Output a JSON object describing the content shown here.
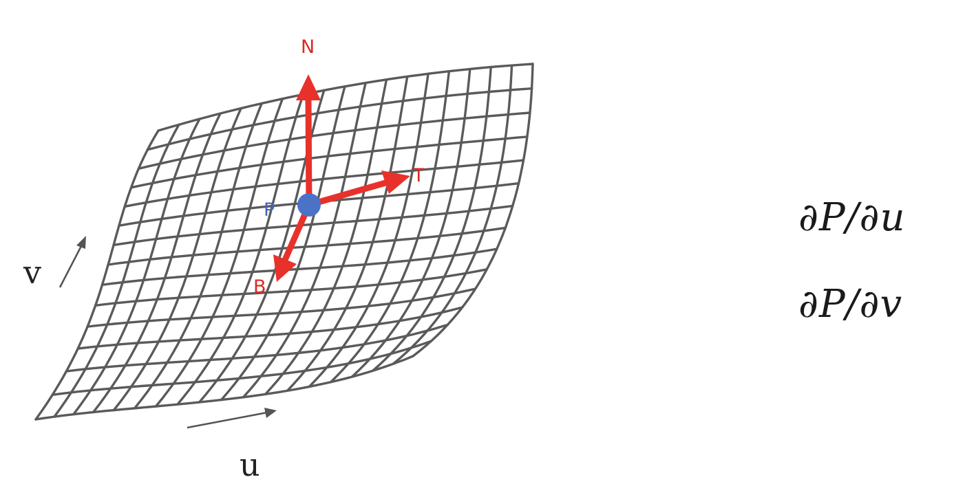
{
  "surface": {
    "u_divisions": 18,
    "v_divisions": 14,
    "line_color": "#5a5a5a"
  },
  "point": {
    "label": "P",
    "color": "#4a73c7"
  },
  "vectors": {
    "normal_label": "N",
    "tangent_label": "T",
    "bitangent_label": "B",
    "color": "#e8312b"
  },
  "axes": {
    "u_label": "u",
    "v_label": "v"
  },
  "formulas": {
    "partial_u": "∂P/∂u",
    "partial_v": "∂P/∂v"
  }
}
